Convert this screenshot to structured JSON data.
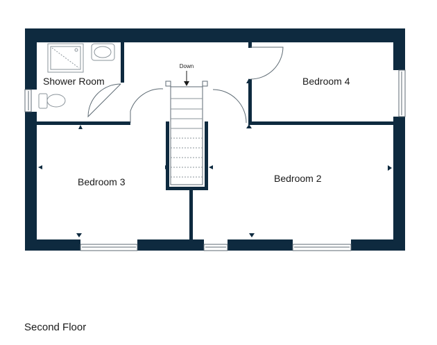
{
  "colors": {
    "wall": "#0e2a3f",
    "line": "#5d6a73",
    "fixture": "#8a939a",
    "background": "#ffffff"
  },
  "rooms": {
    "shower_room": "Shower Room",
    "bedroom_4": "Bedroom 4",
    "bedroom_3": "Bedroom 3",
    "bedroom_2": "Bedroom 2"
  },
  "stairs": {
    "direction_label": "Down"
  },
  "floor": {
    "title": "Second Floor"
  }
}
